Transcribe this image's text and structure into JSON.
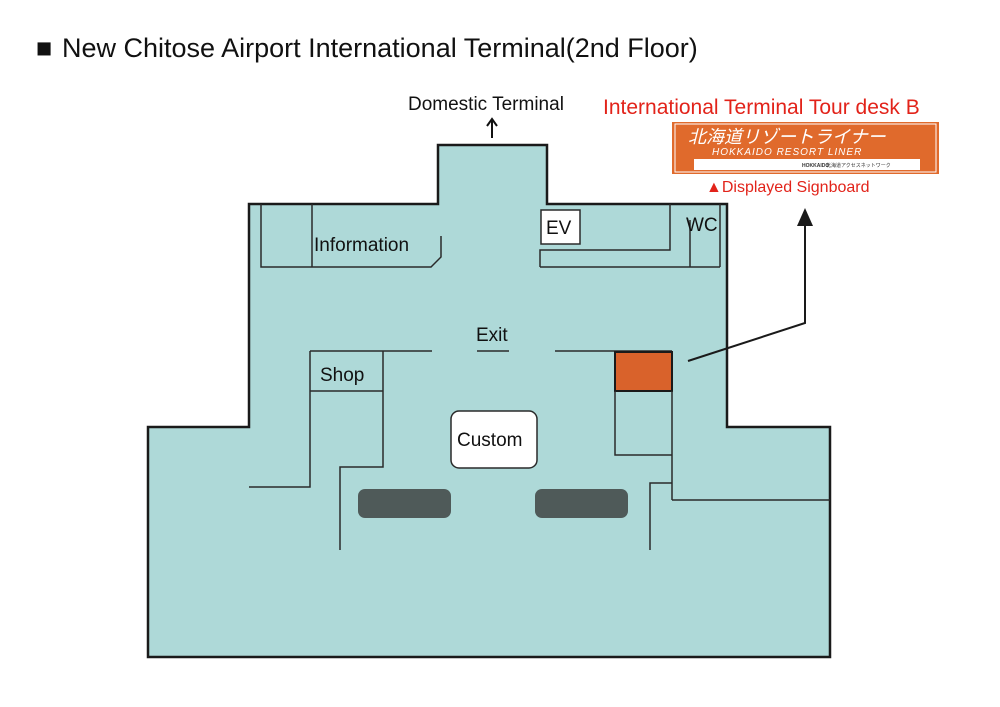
{
  "title": "New Chitose Airport International Terminal(2nd Floor)",
  "title_marker": "■",
  "labels": {
    "domestic_terminal": "Domestic Terminal",
    "information": "Information",
    "ev": "EV",
    "wc": "WC",
    "exit": "Exit",
    "shop": "Shop",
    "custom": "Custom"
  },
  "callout": {
    "desk_name": "International Terminal Tour desk B",
    "displayed_signboard": "▲Displayed Signboard"
  },
  "signboard": {
    "japanese": "北海道リゾートライナー",
    "english": "HOKKAIDO RESORT LINER",
    "small_logo": "HOKKAIDO",
    "small_text": "北海道アクセスネットワーク"
  },
  "colors": {
    "floor": "#aed9d8",
    "tour_desk": "#d9622b",
    "signboard": "#e06a2c",
    "callout_text": "#e2231a",
    "bench": "#4f5a59"
  }
}
